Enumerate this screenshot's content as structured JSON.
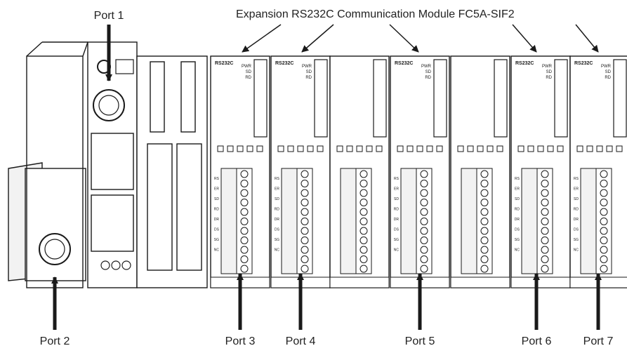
{
  "title_callout": "Expansion RS232C Communication Module FC5A-SIF2",
  "module_text": {
    "model": "RS232C",
    "status": [
      "PWR",
      "SD",
      "RD"
    ],
    "terminals": [
      "RS",
      "ER",
      "SD",
      "RD",
      "DR",
      "DS",
      "SG",
      "NC"
    ]
  },
  "ports": [
    {
      "label": "Port 1"
    },
    {
      "label": "Port 2"
    },
    {
      "label": "Port 3"
    },
    {
      "label": "Port 4"
    },
    {
      "label": "Port 5"
    },
    {
      "label": "Port 6"
    },
    {
      "label": "Port 7"
    }
  ],
  "colors": {
    "line": "#1a1a1a",
    "module": "#ffffff",
    "shade": "#e6e6e6",
    "arrow": "#1a1a1a"
  }
}
